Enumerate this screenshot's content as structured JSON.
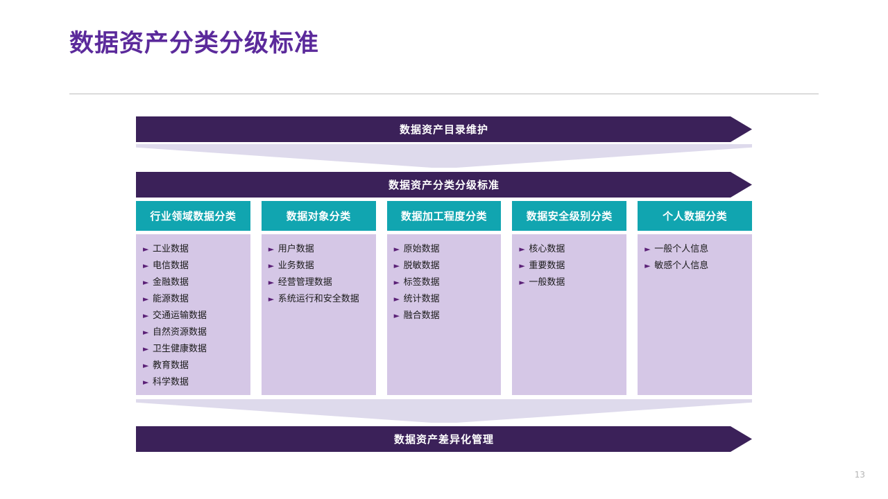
{
  "slide": {
    "title": "数据资产分类分级标准",
    "page_number": "13",
    "accent_purple": "#5B2A9B",
    "banner_color": "#3B2159",
    "header_color": "#11A5B0",
    "card_color": "#D5C7E6",
    "connector_color": "#DEDAEC"
  },
  "diagram": {
    "top_banner": {
      "label": "数据资产目录维护"
    },
    "mid_banner": {
      "label": "数据资产分类分级标准"
    },
    "bottom_banner": {
      "label": "数据资产差异化管理"
    },
    "bullet_glyph": "►",
    "columns": [
      {
        "header": "行业领域数据分类",
        "items": [
          "工业数据",
          "电信数据",
          "金融数据",
          "能源数据",
          "交通运输数据",
          "自然资源数据",
          "卫生健康数据",
          "教育数据",
          "科学数据"
        ]
      },
      {
        "header": "数据对象分类",
        "items": [
          "用户数据",
          "业务数据",
          "经营管理数据",
          "系统运行和安全数据"
        ]
      },
      {
        "header": "数据加工程度分类",
        "items": [
          "原始数据",
          "脱敏数据",
          "标签数据",
          "统计数据",
          "融合数据"
        ]
      },
      {
        "header": "数据安全级别分类",
        "items": [
          "核心数据",
          "重要数据",
          "一般数据"
        ]
      },
      {
        "header": "个人数据分类",
        "items": [
          "一般个人信息",
          "敏感个人信息"
        ]
      }
    ]
  }
}
